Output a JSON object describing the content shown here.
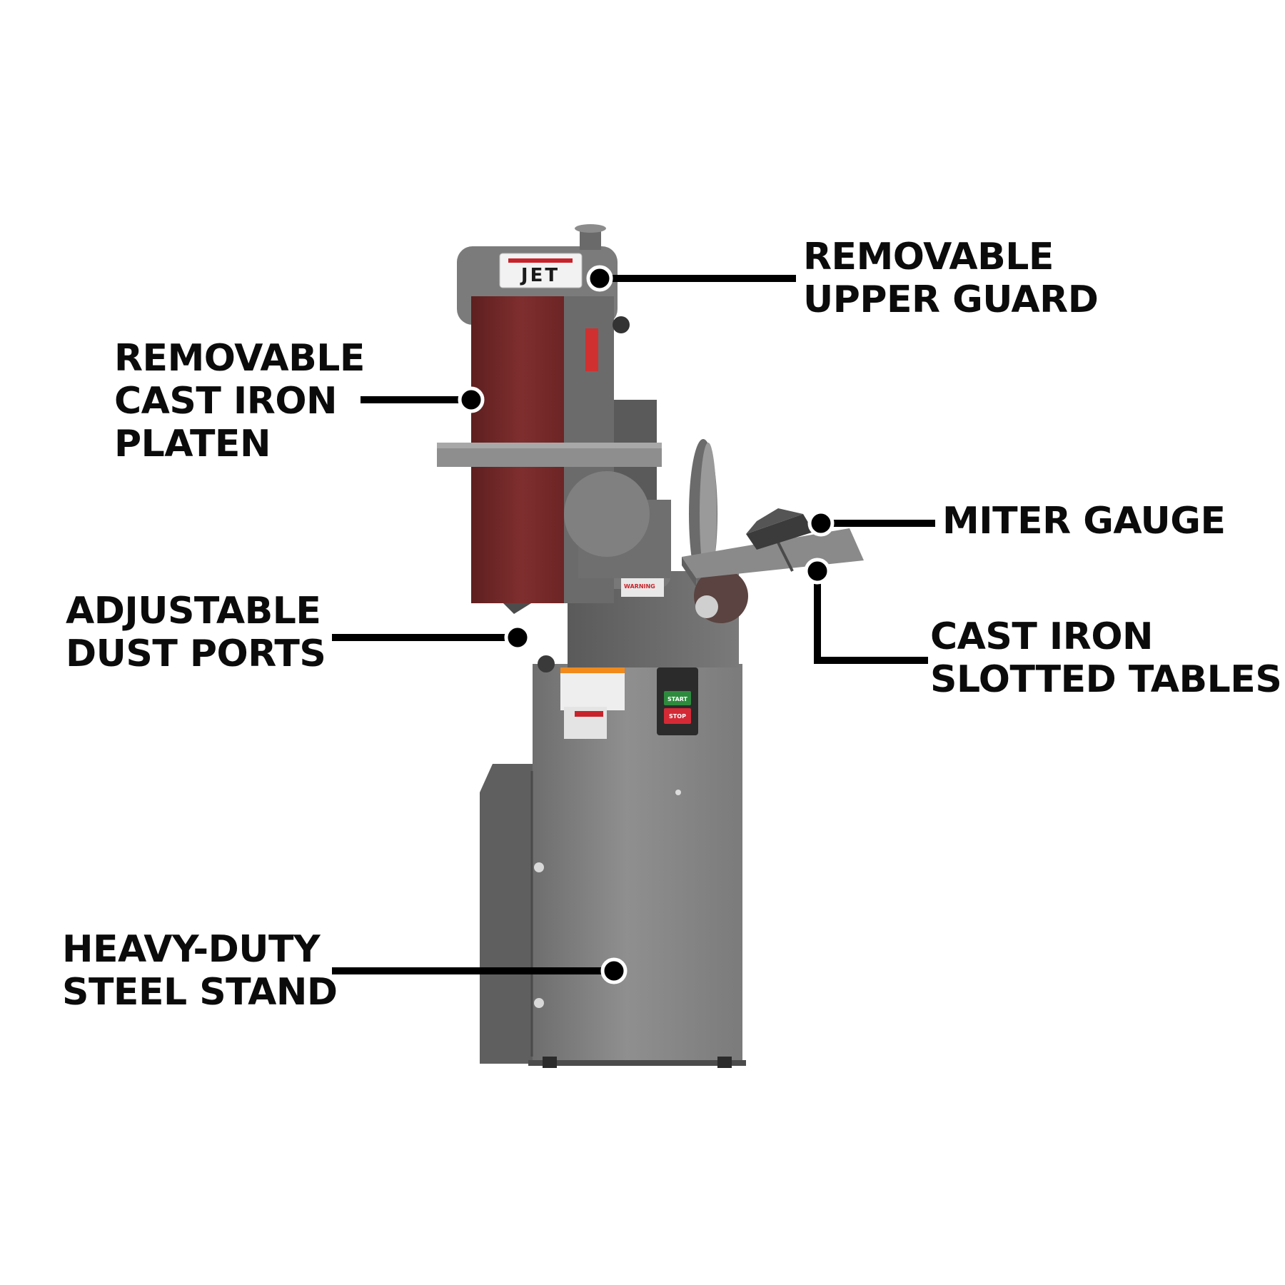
{
  "machine": {
    "brand": "JET",
    "panel_labels": {
      "warning_title": "WARNING",
      "brand_plate": "JET"
    },
    "switch": {
      "start_label": "START",
      "stop_label": "STOP"
    },
    "colors": {
      "belt": "#7a2b2b",
      "body": "#8a8a8a",
      "start": "#2e8b3e",
      "stop": "#d42a36",
      "brand_red": "#c8232b"
    }
  },
  "callouts": {
    "upper_guard": [
      "REMOVABLE",
      "UPPER GUARD"
    ],
    "platen": [
      "REMOVABLE",
      "CAST IRON",
      "PLATEN"
    ],
    "miter": [
      "MITER GAUGE"
    ],
    "dust": [
      "ADJUSTABLE",
      "DUST PORTS"
    ],
    "tables": [
      "CAST IRON",
      "SLOTTED TABLES"
    ],
    "stand": [
      "HEAVY-DUTY",
      "STEEL STAND"
    ]
  }
}
